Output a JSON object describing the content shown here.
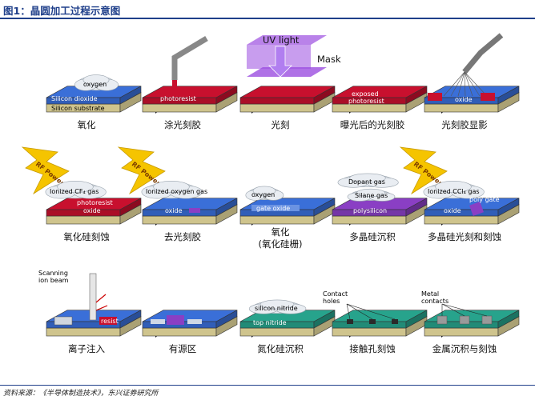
{
  "title": "图1：晶圆加工过程示意图",
  "source": "资料来源：《半导体制造技术》，东兴证券研究所",
  "arrow_color": "#111111",
  "colors": {
    "substrate": "#f3e6a6",
    "oxide": "#3a6fd8",
    "photoresist": "#c8102e",
    "polysilicon": "#8a3fc4",
    "nitride": "#27a38c",
    "metal": "#9a9a9a",
    "mask": "#9b4de0",
    "bolt": "#f5c400"
  },
  "steps": [
    {
      "label": "氧化",
      "texts": [
        "oxygen",
        "Silicon dioxide",
        "Silicon substrate"
      ],
      "icon": "oxidation-wafer"
    },
    {
      "label": "涂光刻胶",
      "texts": [
        "photoresist"
      ],
      "icon": "resist-dispense-nozzle"
    },
    {
      "label": "光刻",
      "texts": [
        "UV light",
        "Mask"
      ],
      "icon": "uv-mask"
    },
    {
      "label": "曝光后的光刻胶",
      "texts": [
        "exposed",
        "photoresist"
      ],
      "icon": "exposed-resist"
    },
    {
      "label": "光刻胶显影",
      "texts": [
        "oxide"
      ],
      "icon": "develop-spray"
    },
    {
      "label": "氧化硅刻蚀",
      "texts": [
        "RF Power",
        "Ionized CF₄ gas",
        "photoresist",
        "oxide"
      ],
      "icon": "rf-bolt"
    },
    {
      "label": "去光刻胶",
      "texts": [
        "RF Power",
        "Ionized oxygen gas",
        "oxide"
      ],
      "icon": "rf-bolt"
    },
    {
      "label": "氧化",
      "label2": "(氧化硅栅)",
      "texts": [
        "oxygen",
        "gate oxide"
      ],
      "icon": "gate-oxide"
    },
    {
      "label": "多晶硅沉积",
      "texts": [
        "Dopant gas",
        "Silane gas",
        "polysilicon"
      ],
      "icon": "poly-deposit"
    },
    {
      "label": "多晶硅光刻和刻蚀",
      "texts": [
        "RF Power",
        "Ionized CCl₄ gas",
        "oxide",
        "poly gate"
      ],
      "icon": "rf-bolt"
    },
    {
      "label": "离子注入",
      "texts": [
        "Scanning",
        "ion beam",
        "resist"
      ],
      "icon": "ion-beam"
    },
    {
      "label": "有源区",
      "texts": [],
      "icon": "active-region"
    },
    {
      "label": "氮化硅沉积",
      "texts": [
        "silicon nitride",
        "top nitride"
      ],
      "icon": "nitride-deposit"
    },
    {
      "label": "接触孔刻蚀",
      "texts": [
        "Contact",
        "holes"
      ],
      "icon": "contact-holes"
    },
    {
      "label": "金属沉积与刻蚀",
      "texts": [
        "Metal",
        "contacts"
      ],
      "icon": "metal-contacts"
    }
  ]
}
